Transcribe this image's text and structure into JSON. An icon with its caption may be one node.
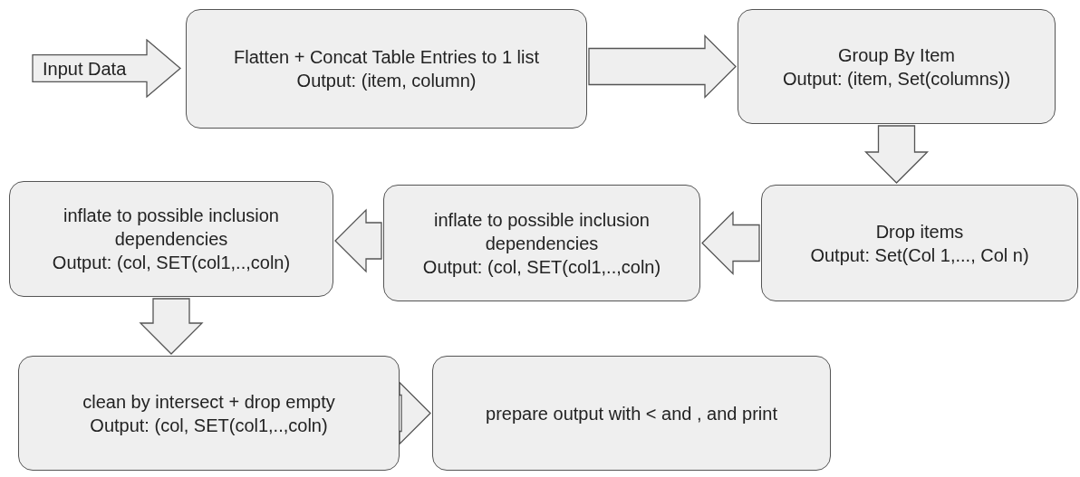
{
  "diagram": {
    "nodes": [
      {
        "text": [
          "Input Data"
        ]
      },
      {
        "text": [
          "Flatten + Concat Table Entries to 1 list",
          "Output: (item, column)"
        ]
      },
      {
        "text": [
          "Group By Item",
          "Output: (item, Set(columns))"
        ]
      },
      {
        "text": [
          "Drop items",
          "Output: Set(Col 1,..., Col n)"
        ]
      },
      {
        "text": [
          "inflate to possible inclusion dependencies",
          "Output: (col, SET(col1,..,coln)"
        ]
      },
      {
        "text": [
          "inflate to possible inclusion dependencies",
          "Output: (col, SET(col1,..,coln)"
        ]
      },
      {
        "text": [
          "clean by intersect + drop empty",
          "Output: (col, SET(col1,..,coln)"
        ]
      },
      {
        "text": [
          "prepare output with < and , and print"
        ]
      }
    ],
    "edges": [
      {
        "from": 1,
        "to": 2,
        "arrow": "to",
        "style": "thick"
      },
      {
        "from": 2,
        "to": 3,
        "arrow": "to",
        "style": "thick"
      },
      {
        "from": 3,
        "to": 4,
        "arrow": "to",
        "style": "thick"
      },
      {
        "from": 4,
        "to": 5,
        "arrow": "to",
        "style": "thick"
      },
      {
        "from": 5,
        "to": 6,
        "arrow": "to",
        "style": "thick"
      },
      {
        "from": 6,
        "to": 7,
        "arrow": "to",
        "style": "thick"
      }
    ]
  }
}
